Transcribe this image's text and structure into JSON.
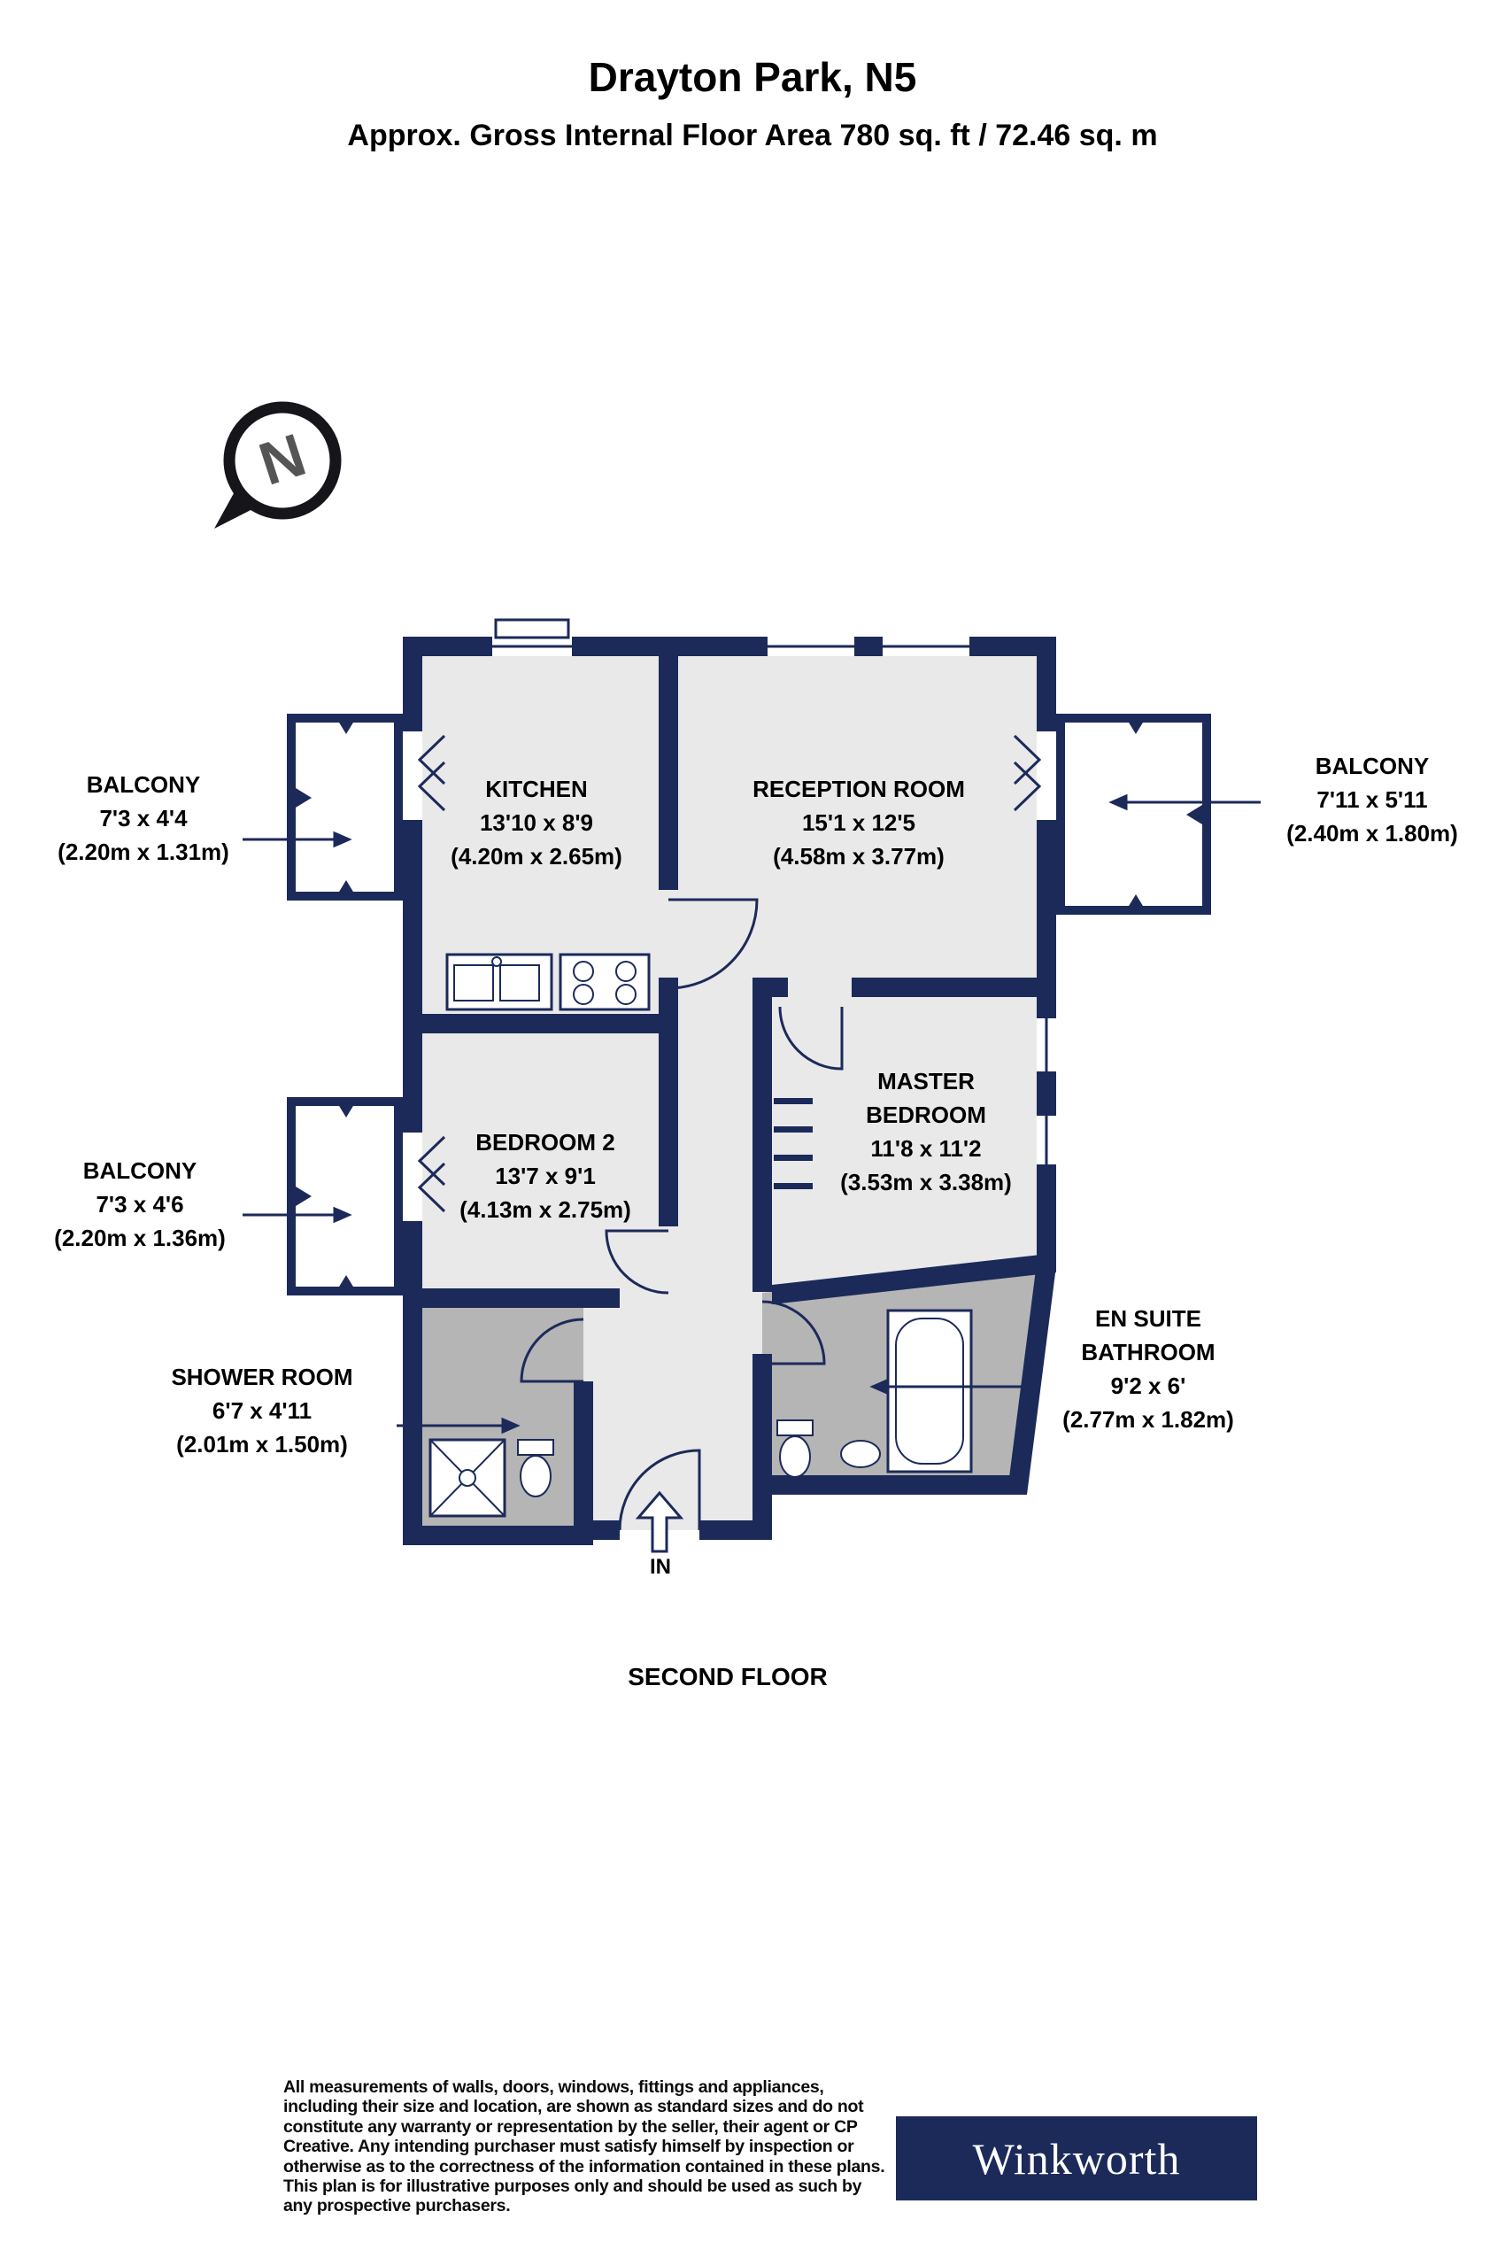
{
  "header": {
    "title": "Drayton Park, N5",
    "subtitle": "Approx. Gross Internal Floor Area 780 sq. ft / 72.46 sq. m"
  },
  "compass": {
    "north_label": "N"
  },
  "rooms": {
    "kitchen": {
      "name": "KITCHEN",
      "dims_ft": "13'10 x 8'9",
      "dims_m": "(4.20m x 2.65m)"
    },
    "reception": {
      "name": "RECEPTION ROOM",
      "dims_ft": "15'1 x 12'5",
      "dims_m": "(4.58m x 3.77m)"
    },
    "master_bedroom": {
      "name": "MASTER BEDROOM",
      "dims_ft": "11'8 x 11'2",
      "dims_m": "(3.53m x 3.38m)"
    },
    "bedroom_2": {
      "name": "BEDROOM 2",
      "dims_ft": "13'7 x 9'1",
      "dims_m": "(4.13m x 2.75m)"
    },
    "shower_room": {
      "name": "SHOWER ROOM",
      "dims_ft": "6'7 x 4'11",
      "dims_m": "(2.01m x 1.50m)"
    },
    "en_suite": {
      "name": "EN SUITE BATHROOM",
      "dims_ft": "9'2 x 6'",
      "dims_m": "(2.77m x 1.82m)"
    },
    "balcony_top_left": {
      "name": "BALCONY",
      "dims_ft": "7'3 x 4'4",
      "dims_m": "(2.20m x 1.31m)"
    },
    "balcony_mid_left": {
      "name": "BALCONY",
      "dims_ft": "7'3 x 4'6",
      "dims_m": "(2.20m x 1.36m)"
    },
    "balcony_right": {
      "name": "BALCONY",
      "dims_ft": "7'11 x 5'11",
      "dims_m": "(2.40m x 1.80m)"
    }
  },
  "entrance": {
    "label": "IN"
  },
  "floor": {
    "label": "SECOND FLOOR"
  },
  "footer": {
    "disclaimer": "All measurements of walls, doors, windows, fittings and appliances, including their size and location, are shown as standard sizes and do not constitute any warranty or representation by the seller, their agent or CP Creative. Any intending purchaser must satisfy himself by inspection or otherwise as to the correctness of the information contained in these plans. This plan is for illustrative purposes only and should be used as such by any prospective purchasers.",
    "brand": "Winkworth"
  },
  "colors": {
    "wall_navy": "#1c2a5a",
    "room_fill": "#e9e9e9",
    "bathroom_fill": "#b5b5b5",
    "brand_bg": "#1c2a5a"
  }
}
